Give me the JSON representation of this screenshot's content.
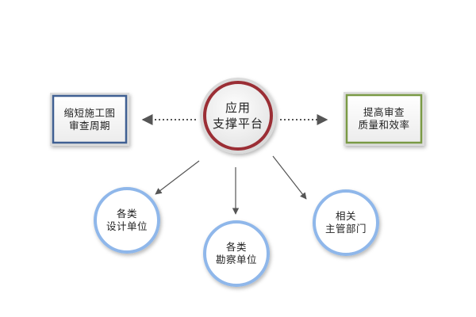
{
  "center": {
    "label": "应用\n支撑平台",
    "color": "#9b2f35"
  },
  "left_box": {
    "label": "缩短施工图\n审查周期",
    "color": "#3f6193"
  },
  "right_box": {
    "label": "提高审查\n质量和效率",
    "color": "#7a9a45"
  },
  "nodes": [
    {
      "label": "各类\n设计单位"
    },
    {
      "label": "各类\n勘察单位"
    },
    {
      "label": "相关\n主管部门"
    }
  ],
  "node_color": "#8fb7ea",
  "arrow_color": "#555555"
}
